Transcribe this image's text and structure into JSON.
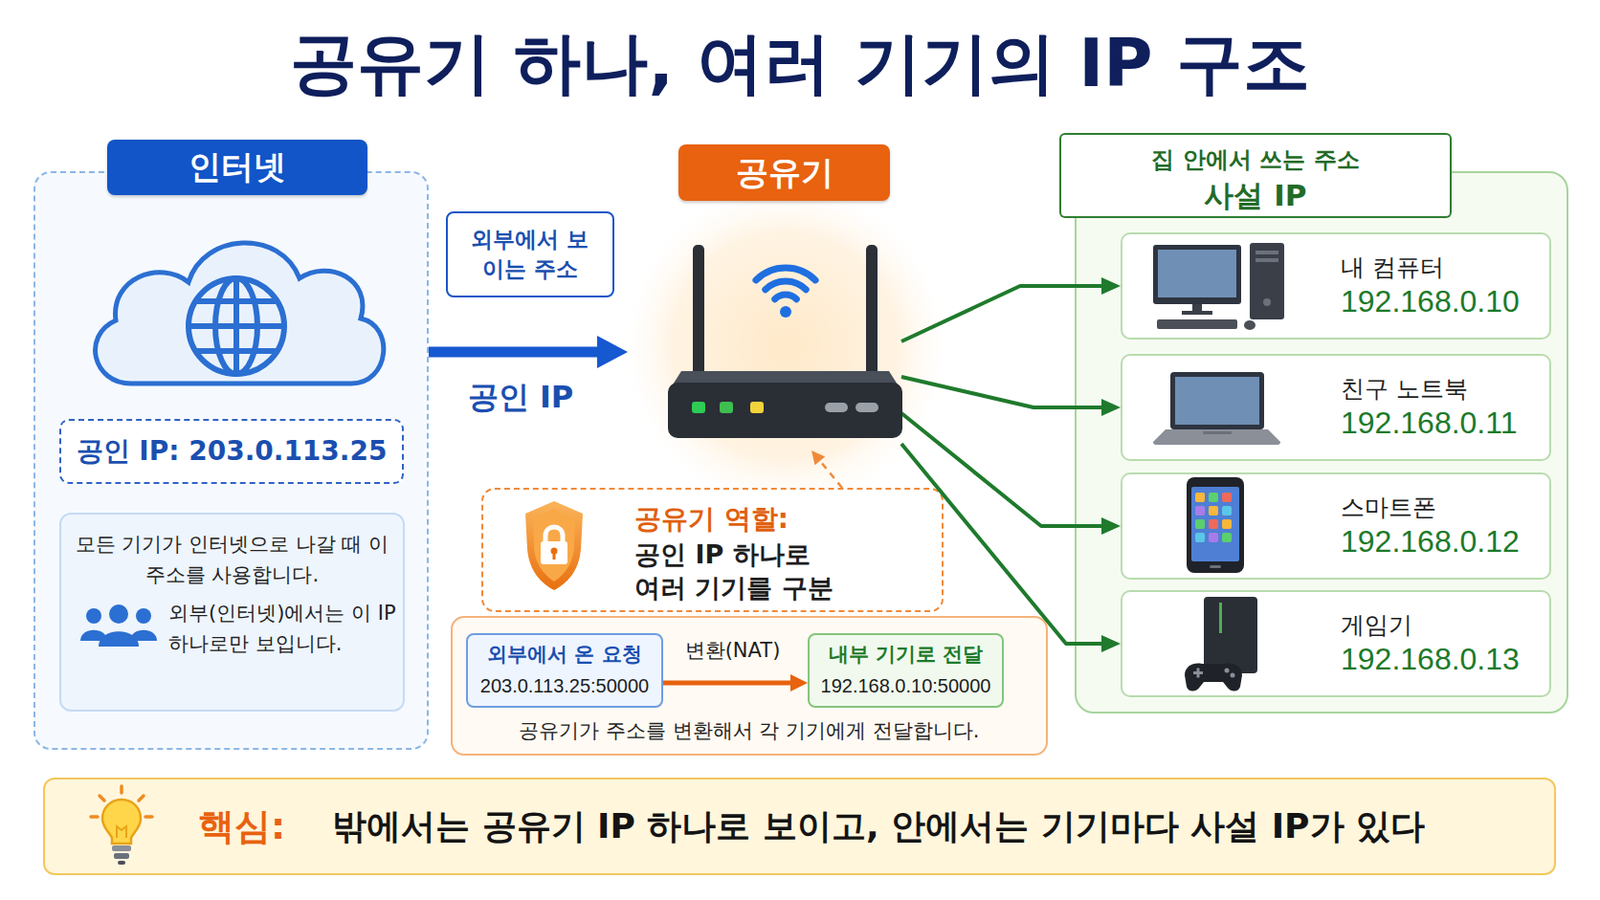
{
  "diagram": {
    "title": "공유기 하나, 여러 기기의 IP 구조",
    "nodes": [
      {
        "text": [
          "인터넷"
        ]
      },
      {
        "text": [
          "공인 IP: 203.0.113.25"
        ],
        "in": 0
      },
      {
        "text": [
          "모든 기기가 인터넷으로 나갈 때 이 주소를 사용합니다.",
          "외부(인터넷)에서는 이 IP 하나로만 보입니다."
        ],
        "in": 0
      },
      {
        "text": [
          "외부에서 보이는 주소"
        ]
      },
      {
        "text": [
          "공유기"
        ]
      },
      {
        "text": [
          "공유기 역할:",
          "공인 IP 하나로 여러 기기를 구분"
        ]
      },
      {
        "text": [
          "공유기가 주소를 변환해서 각 기기에게 전달합니다."
        ]
      },
      {
        "text": [
          "외부에서 온 요청",
          "203.0.113.25:50000"
        ],
        "in": 6
      },
      {
        "text": [
          "내부 기기로 전달",
          "192.168.0.10:50000"
        ],
        "in": 6
      },
      {
        "text": [
          "집 안에서 쓰는 주소",
          "사설 IP"
        ]
      },
      {
        "text": [
          "내 컴퓨터",
          "192.168.0.10"
        ],
        "in": 9
      },
      {
        "text": [
          "친구 노트북",
          "192.168.0.11"
        ],
        "in": 9
      },
      {
        "text": [
          "스마트폰",
          "192.168.0.12"
        ],
        "in": 9
      },
      {
        "text": [
          "게임기",
          "192.168.0.13"
        ],
        "in": 9
      },
      {
        "text": [
          "핵심:",
          "밖에서는 공유기 IP 하나로 보이고, 안에서는 기기마다 사설 IP가 있다"
        ]
      }
    ],
    "edges": [
      {
        "from": 0,
        "to": 4,
        "label": "공인 IP",
        "arrow": "to"
      },
      {
        "from": 5,
        "to": 4,
        "arrow": "to"
      },
      {
        "from": 7,
        "to": 8,
        "label": "변환(NAT)",
        "arrow": "to"
      },
      {
        "from": 4,
        "to": 10,
        "arrow": "to"
      },
      {
        "from": 4,
        "to": 11,
        "arrow": "to"
      },
      {
        "from": 4,
        "to": 12,
        "arrow": "to"
      },
      {
        "from": 4,
        "to": 13,
        "arrow": "to"
      }
    ]
  }
}
